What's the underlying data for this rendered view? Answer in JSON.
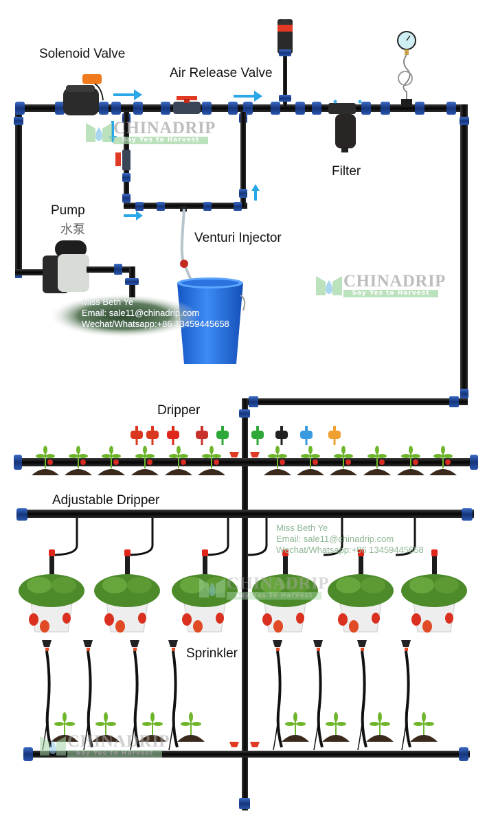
{
  "labels": {
    "solenoid_valve": "Solenoid Valve",
    "air_release_valve": "Air Release Valve",
    "filter": "Filter",
    "pump": "Pump",
    "pump_cn": "水泵",
    "venturi_injector": "Venturi Injector",
    "dripper": "Dripper",
    "adjustable_dripper": "Adjustable Dripper",
    "sprinkler": "Sprinkler"
  },
  "contact": {
    "name": "Miss Beth Ye",
    "email": "Email: sale11@chinadrip.com",
    "phone": "Wechat/Whatsapp:+86 13459445658"
  },
  "watermark": {
    "brand": "CHINADRIP",
    "slogan": "Say Yes to Harvest"
  },
  "colors": {
    "pipe": "#111111",
    "fitting": "#1f4a9a",
    "flow_arrow": "#2aa7e6",
    "valve_handle": "#e03a25",
    "bucket": "#1f6fe0",
    "plant": "#6fb52c",
    "soil": "#3a2a1e"
  },
  "drippers": [
    {
      "color": "#d9381e"
    },
    {
      "color": "#d9381e"
    },
    {
      "color": "#e0261a"
    },
    {
      "color": "#c8322a"
    },
    {
      "color": "#2fa83a"
    },
    {
      "color": "#2fa83a"
    },
    {
      "color": "#222222"
    },
    {
      "color": "#3a9ae0"
    },
    {
      "color": "#f0a030"
    }
  ],
  "rows": {
    "dripper_plants": 12,
    "hanging_pots": 6,
    "sprinklers": 8
  }
}
